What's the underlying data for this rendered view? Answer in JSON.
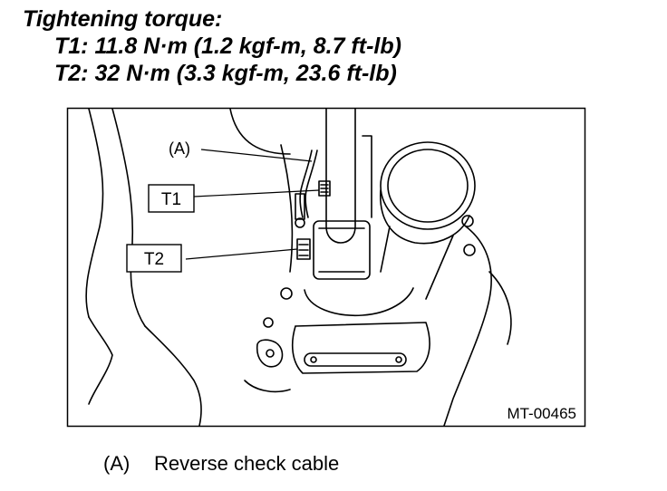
{
  "torque": {
    "title": "Tightening torque:",
    "t1": "T1: 11.8 N·m (1.2 kgf-m, 8.7 ft-lb)",
    "t2": "T2: 32 N·m (3.3 kgf-m, 23.6 ft-lb)"
  },
  "figure": {
    "callout_a": "(A)",
    "callout_t1": "T1",
    "callout_t2": "T2",
    "figure_id": "MT-00465"
  },
  "caption": {
    "key": "(A)",
    "text": "Reverse check cable"
  }
}
